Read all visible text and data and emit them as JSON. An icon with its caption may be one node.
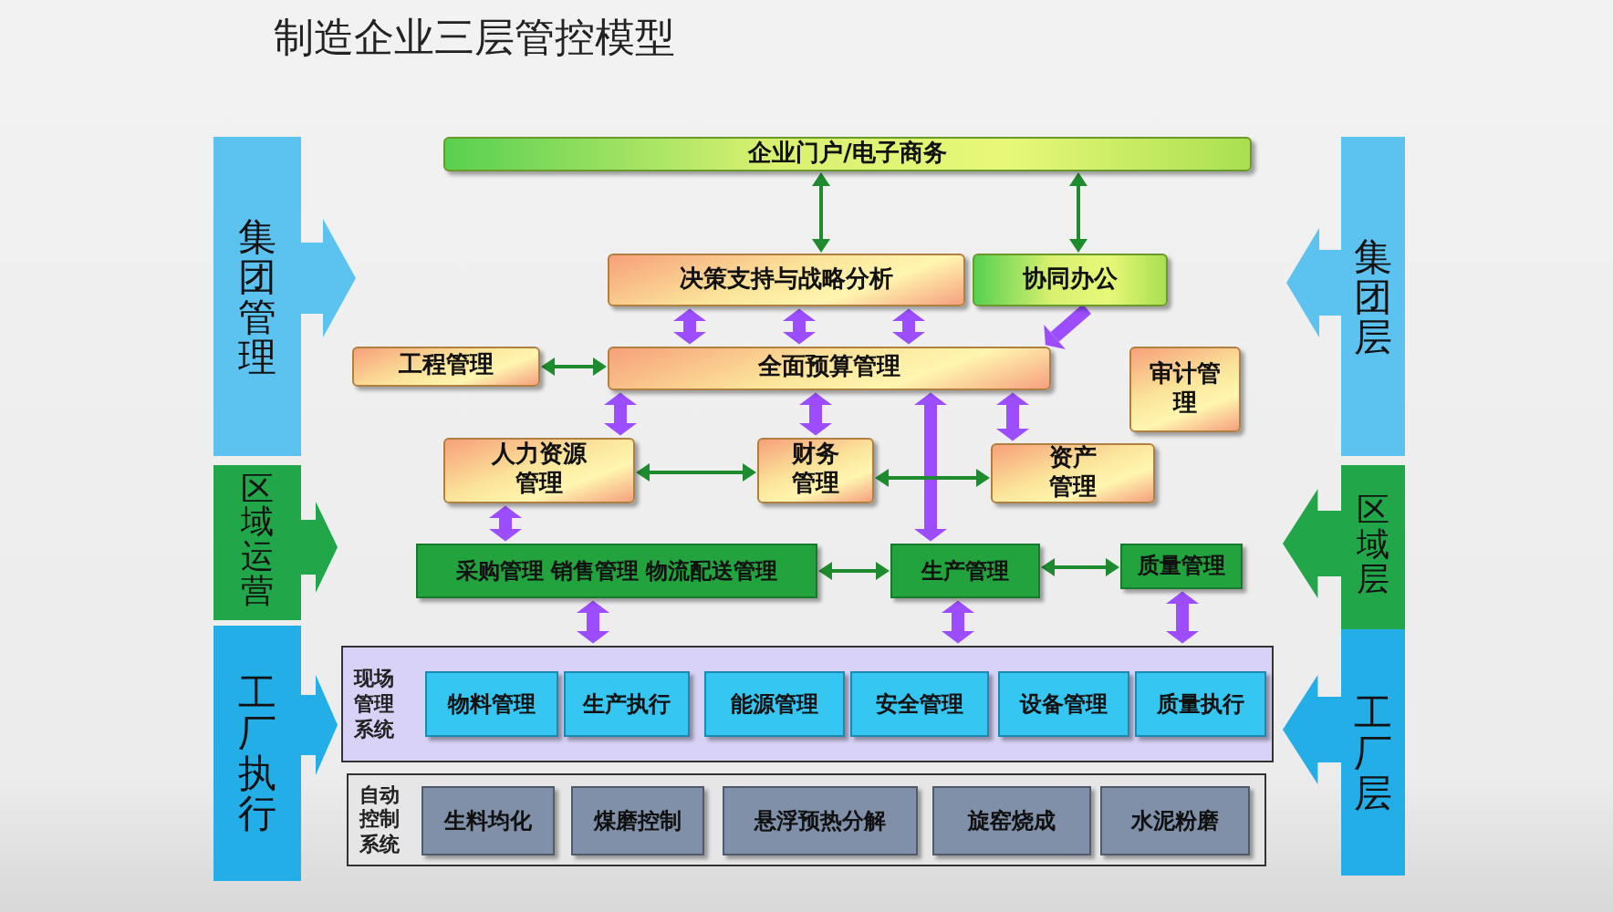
{
  "diagram": {
    "title": "制造企业三层管控模型",
    "nodes": [
      {
        "text": [
          "企业门户/电子商务"
        ]
      },
      {
        "text": [
          "决策支持与战略分析"
        ]
      },
      {
        "text": [
          "协同办公"
        ]
      },
      {
        "text": [
          "工程管理"
        ]
      },
      {
        "text": [
          "全面预算管理"
        ]
      },
      {
        "text": [
          "审计管理"
        ]
      },
      {
        "text": [
          "人力资源管理"
        ]
      },
      {
        "text": [
          "财务管理"
        ]
      },
      {
        "text": [
          "资产管理"
        ]
      },
      {
        "text": [
          "采购管理 销售管理 物流配送管理"
        ]
      },
      {
        "text": [
          "生产管理"
        ]
      },
      {
        "text": [
          "质量管理"
        ]
      },
      {
        "text": [
          "现场管理系统"
        ]
      },
      {
        "text": [
          "物料管理"
        ],
        "in": 12
      },
      {
        "text": [
          "生产执行"
        ],
        "in": 12
      },
      {
        "text": [
          "能源管理"
        ],
        "in": 12
      },
      {
        "text": [
          "安全管理"
        ],
        "in": 12
      },
      {
        "text": [
          "设备管理"
        ],
        "in": 12
      },
      {
        "text": [
          "质量执行"
        ],
        "in": 12
      },
      {
        "text": [
          "自动控制系统"
        ]
      },
      {
        "text": [
          "生料均化"
        ],
        "in": 19
      },
      {
        "text": [
          "煤磨控制"
        ],
        "in": 19
      },
      {
        "text": [
          "悬浮预热分解"
        ],
        "in": 19
      },
      {
        "text": [
          "旋窑烧成"
        ],
        "in": 19
      },
      {
        "text": [
          "水泥粉磨"
        ],
        "in": 19
      },
      {
        "text": [
          "集团管理"
        ]
      },
      {
        "text": [
          "区域运营"
        ]
      },
      {
        "text": [
          "工厂执行"
        ]
      },
      {
        "text": [
          "集团层"
        ]
      },
      {
        "text": [
          "区域层"
        ]
      },
      {
        "text": [
          "工厂层"
        ]
      }
    ],
    "edges": [
      {
        "from": 0,
        "to": 1,
        "arrow": "both",
        "color": "#1e8c2e"
      },
      {
        "from": 0,
        "to": 2,
        "arrow": "both",
        "color": "#1e8c2e"
      },
      {
        "from": 1,
        "to": 4,
        "arrow": "both"
      },
      {
        "from": 1,
        "to": 4,
        "arrow": "both"
      },
      {
        "from": 1,
        "to": 4,
        "arrow": "both"
      },
      {
        "from": 2,
        "to": 4,
        "arrow": "to"
      },
      {
        "from": 3,
        "to": 4,
        "arrow": "both",
        "color": "#1e8c2e"
      },
      {
        "from": 4,
        "to": 6,
        "arrow": "both"
      },
      {
        "from": 4,
        "to": 7,
        "arrow": "both"
      },
      {
        "from": 4,
        "to": 8,
        "arrow": "both"
      },
      {
        "from": 4,
        "to": 10,
        "arrow": "both"
      },
      {
        "from": 6,
        "to": 7,
        "arrow": "both",
        "color": "#1e8c2e"
      },
      {
        "from": 7,
        "to": 8,
        "arrow": "both",
        "color": "#1e8c2e"
      },
      {
        "from": 6,
        "to": 9,
        "arrow": "both"
      },
      {
        "from": 9,
        "to": 10,
        "arrow": "both",
        "color": "#1e8c2e"
      },
      {
        "from": 10,
        "to": 11,
        "arrow": "both",
        "color": "#1e8c2e"
      },
      {
        "from": 9,
        "to": 12,
        "arrow": "both"
      },
      {
        "from": 10,
        "to": 12,
        "arrow": "both"
      },
      {
        "from": 11,
        "to": 12,
        "arrow": "both"
      }
    ]
  }
}
